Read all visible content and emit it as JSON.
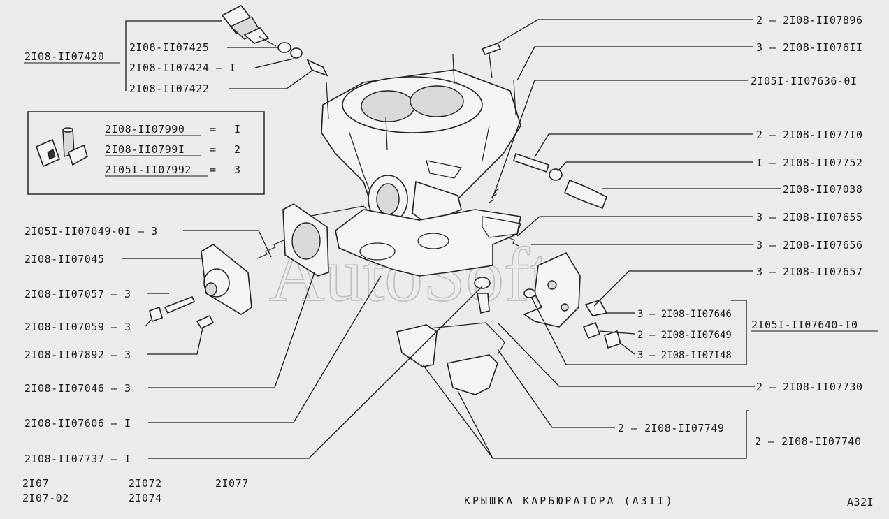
{
  "title": "КРЫШКА КАРБЮРАТОРА (АЗII)",
  "page_code": "А32I",
  "watermark": "AutoSoft",
  "models": [
    "2I07",
    "2I07-02",
    "2I072",
    "2I074",
    "2I077"
  ],
  "legend": {
    "rows": [
      {
        "code": "2I08-II07990",
        "sep": "=",
        "qty": "I"
      },
      {
        "code": "2I08-II0799I",
        "sep": "=",
        "qty": "2"
      },
      {
        "code": "2I05I-II07992",
        "sep": "=",
        "qty": "3"
      }
    ]
  },
  "labels_left": [
    {
      "text": "2I08-II07420"
    },
    {
      "text": "2I08-II07425"
    },
    {
      "text": "2I08-II07424 — I"
    },
    {
      "text": "2I08-II07422"
    },
    {
      "text": "2I05I-II07049-0I — 3"
    },
    {
      "text": "2I08-II07045"
    },
    {
      "text": "2I08-II07057 — 3"
    },
    {
      "text": "2I08-II07059 — 3"
    },
    {
      "text": "2I08-II07892 — 3"
    },
    {
      "text": "2I08-II07046 — 3"
    },
    {
      "text": "2I08-II07606 — I"
    },
    {
      "text": "2I08-II07737 — I"
    }
  ],
  "labels_right": [
    {
      "text": "2 — 2I08-II07896"
    },
    {
      "text": "3 — 2I08-II076II"
    },
    {
      "text": "2I05I-II07636-0I"
    },
    {
      "text": "2 — 2I08-II077I0"
    },
    {
      "text": "I — 2I08-II07752"
    },
    {
      "text": "2I08-II07038"
    },
    {
      "text": "3 — 2I08-II07655"
    },
    {
      "text": "3 — 2I08-II07656"
    },
    {
      "text": "3 — 2I08-II07657"
    },
    {
      "text": "3 — 2I08-II07646"
    },
    {
      "text": "2 — 2I08-II07649"
    },
    {
      "text": "3 — 2I08-II07I48"
    },
    {
      "text": "2I05I-II07640-I0"
    },
    {
      "text": "2 — 2I08-II07730"
    },
    {
      "text": "2 — 2I08-II07749"
    },
    {
      "text": "2 — 2I08-II07740"
    }
  ]
}
